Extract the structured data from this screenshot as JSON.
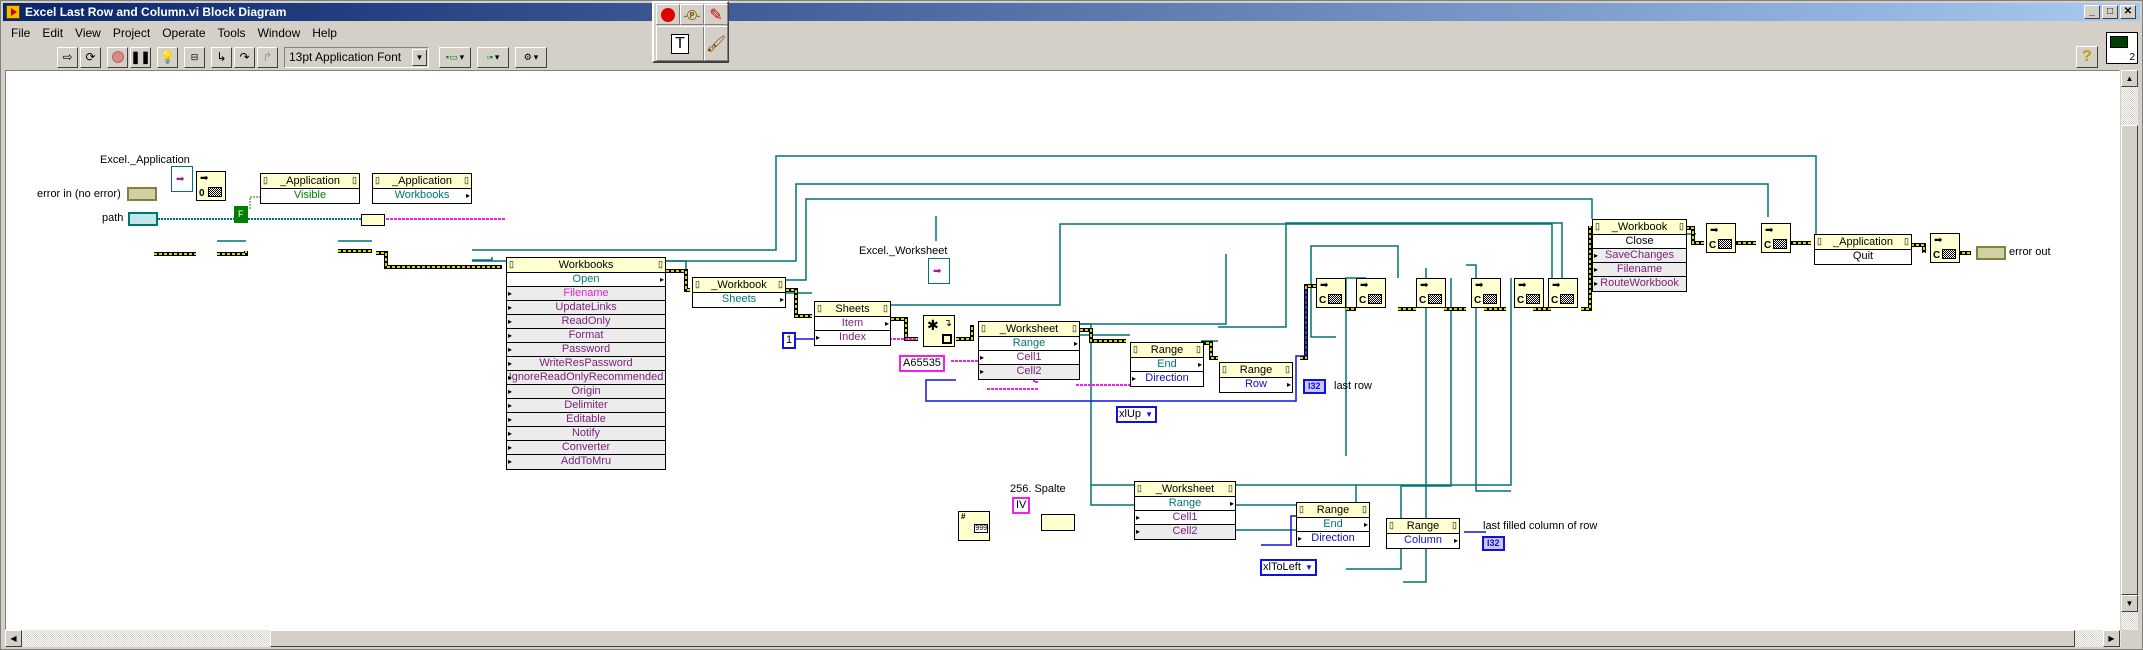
{
  "window": {
    "title": "Excel Last Row and Column.vi Block Diagram",
    "controls": [
      "minimize",
      "maximize",
      "close"
    ]
  },
  "menu": [
    "File",
    "Edit",
    "View",
    "Project",
    "Operate",
    "Tools",
    "Window",
    "Help"
  ],
  "toolbar": {
    "buttons": [
      "run-arrow-icon",
      "run-continuously-icon",
      "abort-icon",
      "pause-icon",
      "highlight-execution-icon",
      "retain-wire-values-icon",
      "step-into-icon",
      "step-over-icon",
      "step-out-icon"
    ],
    "font": "13pt Application Font",
    "dropdowns": [
      "align-objects-icon",
      "distribute-objects-icon",
      "reorder-icon"
    ]
  },
  "tools_palette": [
    "breakpoint-tool-icon",
    "probe-tool-icon",
    "color-copy-tool-icon",
    "text-tool-icon",
    "color-brush-tool-icon"
  ],
  "help_label": "?",
  "vi_icon_label": "2",
  "diagram": {
    "labels": {
      "excel_app": "Excel._Application",
      "error_in": "error in (no error)",
      "path": "path",
      "excel_ws": "Excel._Worksheet",
      "spalte": "256. Spalte",
      "last_row": "last row",
      "last_col": "last filled column of row",
      "error_out": "error out"
    },
    "constants": {
      "false_const": "F",
      "index": "1",
      "cell_a": "A65535",
      "col_iv": "IV",
      "enum_up": "xlUp",
      "enum_left": "xlToLeft",
      "i32": "I32"
    },
    "nodes": {
      "app_visible": {
        "header": "_Application",
        "rows": [
          "Visible"
        ]
      },
      "app_workbooks": {
        "header": "_Application",
        "rows": [
          "Workbooks"
        ]
      },
      "workbooks_open": {
        "header": "Workbooks",
        "rows": [
          "Open",
          "Filename",
          "UpdateLinks",
          "ReadOnly",
          "Format",
          "Password",
          "WriteResPassword",
          "IgnoreReadOnlyRecommended",
          "Origin",
          "Delimiter",
          "Editable",
          "Notify",
          "Converter",
          "AddToMru"
        ]
      },
      "wb_sheets": {
        "header": "_Workbook",
        "rows": [
          "Sheets"
        ]
      },
      "sheets_item": {
        "header": "Sheets",
        "rows": [
          "Item",
          "Index"
        ]
      },
      "ws_range1": {
        "header": "_Worksheet",
        "rows": [
          "Range",
          "Cell1",
          "Cell2"
        ]
      },
      "range_end1": {
        "header": "Range",
        "rows": [
          "End",
          "Direction"
        ]
      },
      "range_row": {
        "header": "Range",
        "rows": [
          "Row"
        ]
      },
      "ws_range2": {
        "header": "_Worksheet",
        "rows": [
          "Range",
          "Cell1",
          "Cell2"
        ]
      },
      "range_end2": {
        "header": "Range",
        "rows": [
          "End",
          "Direction"
        ]
      },
      "range_col": {
        "header": "Range",
        "rows": [
          "Column"
        ]
      },
      "wb_close": {
        "header": "_Workbook",
        "rows": [
          "Close",
          "SaveChanges",
          "Filename",
          "RouteWorkbook"
        ]
      },
      "app_quit": {
        "header": "_Application",
        "rows": [
          "Quit"
        ]
      }
    },
    "colors": {
      "refnum_wire": "#007474",
      "error_wire": "#c8c800",
      "string_wire": "#f020f0",
      "int_wire": "#1010e0",
      "node_header": "#ffffd0"
    }
  }
}
